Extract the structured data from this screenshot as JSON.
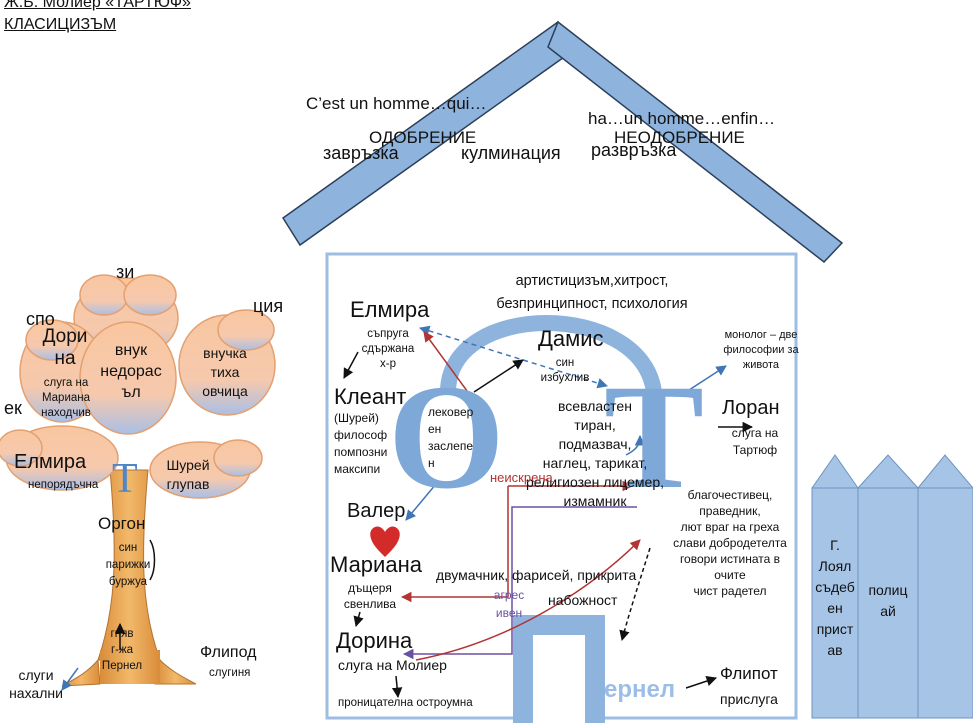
{
  "header": {
    "line1": "Ж.Б. Молиер «ТАРТЮФ»",
    "line2": "КЛАСИЦИЗЪМ"
  },
  "roof": {
    "quote_left": "C’est un homme…qui…",
    "quote_right": "ha…un homme…enfin…",
    "approval": "ОДОБРЕНИЕ",
    "disapproval": "НЕОДОБРЕНИЕ",
    "plot": [
      "завръзка",
      "кулминация",
      "развръзка"
    ]
  },
  "tree": {
    "top_fragments": [
      "зи",
      "спо",
      "ция",
      "ек"
    ],
    "dorina": [
      "Дори",
      "на"
    ],
    "dorina_desc": [
      "слуга на",
      "Мариана",
      "находчив"
    ],
    "grandson": [
      "внук",
      "недорас",
      "ъл"
    ],
    "granddaughter": [
      "внучка",
      "тиха",
      "овчица"
    ],
    "elmira": "Елмира",
    "elmira_desc": "непорядъчна",
    "trunk_letter": "Т",
    "shurey": [
      "Шурей",
      "глупав"
    ],
    "orgon": "Оргон",
    "orgon_desc": [
      "син",
      "парижки",
      "буржуа"
    ],
    "roots": [
      "гняв",
      "г-жа",
      "Пернел"
    ],
    "flipod": "Флипод",
    "flipod_desc": "слугиня",
    "servants": [
      "слуги",
      "нахални"
    ]
  },
  "house": {
    "top_traits": [
      "артистицизъм,хитрост,",
      "безпринципност, психология"
    ],
    "big_o": "О",
    "big_t": "Т",
    "big_p": "П",
    "p_suffix": "ернел",
    "elmira": "Елмира",
    "elmira_desc": [
      "съпруга",
      "сдържана",
      "х-р"
    ],
    "damis": "Дамис",
    "damis_desc": [
      "син",
      "избухлив"
    ],
    "monologue": [
      "монолог  – две",
      "философии за",
      "живота"
    ],
    "kleant": "Клеант",
    "kleant_desc": [
      "(Шурей)",
      "философ",
      "помпозни",
      "максипи"
    ],
    "blind": [
      "лековер",
      "ен",
      "заслепе",
      "н"
    ],
    "tartuffe_traits": [
      "всевластен",
      "тиран,",
      "подмазвач,",
      "наглец, тарикат,",
      "религиозен лицемер,",
      "измамник"
    ],
    "insincere": "неискрена",
    "loran": "Лоран",
    "loran_desc": [
      "слуга на",
      "Тартюф"
    ],
    "valer": "Валер",
    "mariana": "Мариана",
    "mariana_desc": [
      "дъщеря",
      "свенлива"
    ],
    "good_traits": [
      "благочестивец,",
      "праведник,",
      "лют враг на греха",
      "слави добродетелта",
      "говори истината в",
      "очите",
      "чист радетел"
    ],
    "hypocrite": "двумачник, фарисей, прикрита",
    "piety": "набожност",
    "aggressive": [
      "агрес",
      "ивен"
    ],
    "dorina": "Дорина",
    "dorina_desc": "слуга на Молиер",
    "dorina_trait": "проницателна остроумна",
    "flipot": "Флипот",
    "flipot_desc": "прислуга"
  },
  "fence": {
    "loyal": [
      "Г.",
      "Лоял",
      "съдеб",
      "ен",
      "прист",
      "ав"
    ],
    "police": [
      "полиц",
      "ай"
    ]
  },
  "colors": {
    "roof": "#8eb4de",
    "roof_edge": "#2c3f5a",
    "house_edge": "#9dbde3",
    "letters": "#7ea8d8",
    "foliage": "#f9c9a3",
    "foliage_edge": "#e3a070",
    "trunk": "#e9a958",
    "fence": "#a6c4e6",
    "heart": "#d32a2a",
    "arrow_red": "#b23434",
    "arrow_blue": "#3f76b5",
    "arrow_purple": "#6a52a3"
  }
}
